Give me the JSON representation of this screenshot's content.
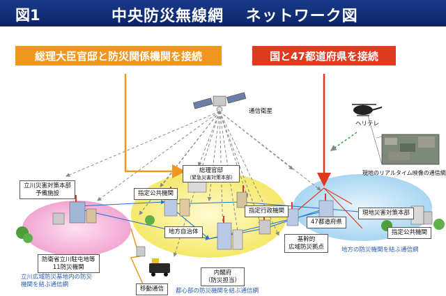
{
  "header": {
    "figure_label": "図1",
    "title": "中央防災無線網　 ネットワーク図"
  },
  "banners": {
    "left": "総理大臣官邸と防災関係機関を接続",
    "right": "国と47都道府県を接続"
  },
  "labels": {
    "satellite": "通信衛星",
    "heli": "ヘリテレ",
    "realtime": "現地のリアルタイム映像の通信網",
    "kantei_line1": "総理官邸",
    "kantei_line2": "（緊急災害対策本部）",
    "tachikawa_hq_line1": "立川災害対策本部",
    "tachikawa_hq_line2": "予備施設",
    "public_org_1": "指定公共機関",
    "admin_org": "指定行政機関",
    "local_gov": "地方自治体",
    "defense_line1": "防衛省立川駐屯地等",
    "defense_line2": "11防災機関",
    "cabinet_line1": "内閣府",
    "cabinet_line2": "（防災担当）",
    "mobile": "移動通信",
    "prefectures": "47都道府県",
    "local_hq": "現地災害対策本部",
    "public_org_2": "指定公共機関",
    "base_line1": "基幹的",
    "base_line2": "広域防災拠点"
  },
  "captions": {
    "tachikawa_line1": "立川広域防災基地内の防災",
    "tachikawa_line2": "機関を結ぶ通信網",
    "tokyo": "都心部の防災機関を結ぶ通信網",
    "local": "地方の防災機関を結ぶ通信網"
  },
  "colors": {
    "header": "#0b2466",
    "left_banner": "#f0961e",
    "right_banner": "#e03a1e",
    "left_zone": "#f7c3e0",
    "center_zone": "#fbf39a",
    "right_zone": "#c6e6f8",
    "link_blue": "#1f6fd6"
  }
}
